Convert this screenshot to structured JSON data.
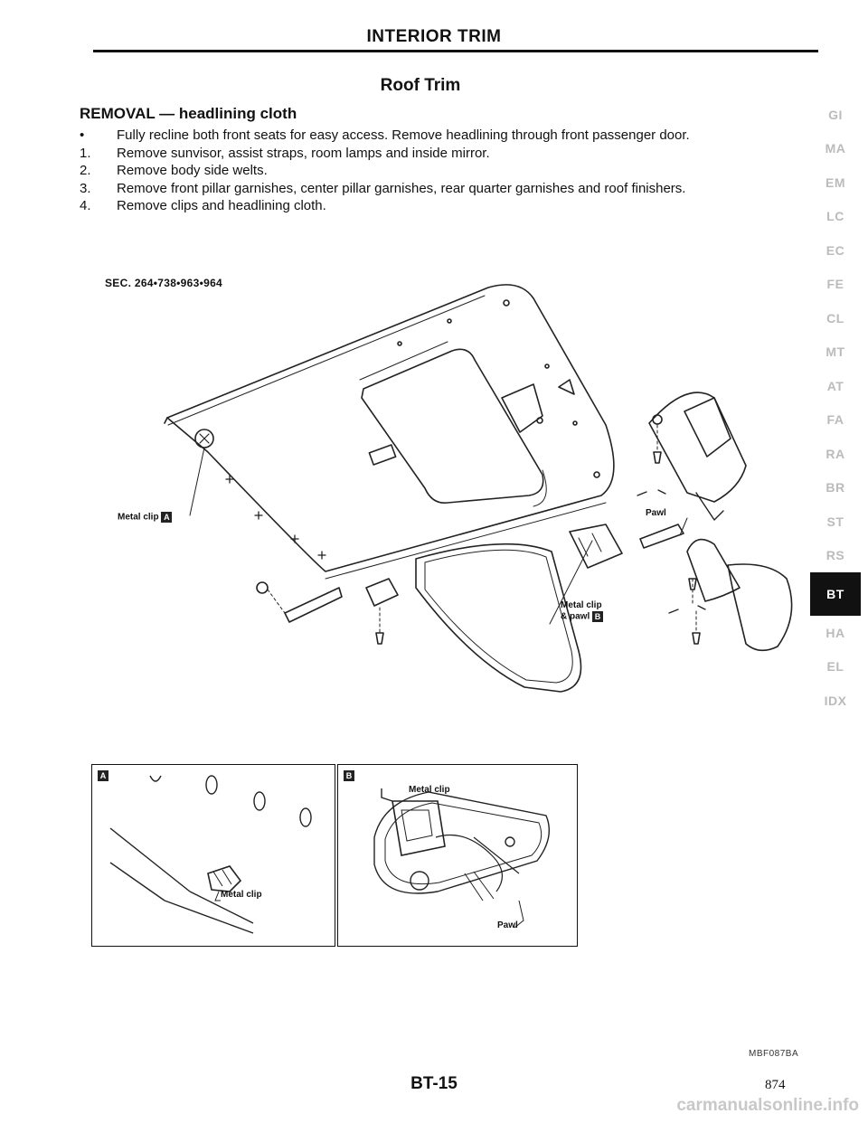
{
  "header": {
    "title": "INTERIOR TRIM"
  },
  "section": {
    "title": "Roof Trim"
  },
  "removal": {
    "heading": "REMOVAL — headlining cloth",
    "steps": [
      {
        "marker": "•",
        "text": "Fully recline both front seats for easy access. Remove headlining through front passenger door."
      },
      {
        "marker": "1.",
        "text": "Remove sunvisor, assist straps, room lamps and inside mirror."
      },
      {
        "marker": "2.",
        "text": "Remove body side welts."
      },
      {
        "marker": "3.",
        "text": "Remove front pillar garnishes, center pillar garnishes, rear quarter garnishes and roof finishers."
      },
      {
        "marker": "4.",
        "text": "Remove clips and headlining cloth."
      }
    ]
  },
  "figure": {
    "section_ref": "SEC. 264•738•963•964",
    "callouts": {
      "metal_clip": "Metal clip",
      "badge_a": "A",
      "badge_b": "B",
      "metal_clip_pawl_line1": "Metal clip",
      "metal_clip_pawl_line2": "& pawl",
      "pawl": "Pawl"
    },
    "detail_a": {
      "badge": "A",
      "label": "Metal clip"
    },
    "detail_b": {
      "badge": "B",
      "label_top": "Metal clip",
      "label_bottom": "Pawl"
    },
    "code": "MBF087BA"
  },
  "side_index": {
    "items": [
      "GI",
      "MA",
      "EM",
      "LC",
      "EC",
      "FE",
      "CL",
      "MT",
      "AT",
      "FA",
      "RA",
      "BR",
      "ST",
      "RS",
      "BT",
      "HA",
      "EL",
      "IDX"
    ],
    "active": "BT"
  },
  "footer": {
    "page_label": "BT-15",
    "page_number": "874"
  },
  "watermark": "carmanualsonline.info"
}
